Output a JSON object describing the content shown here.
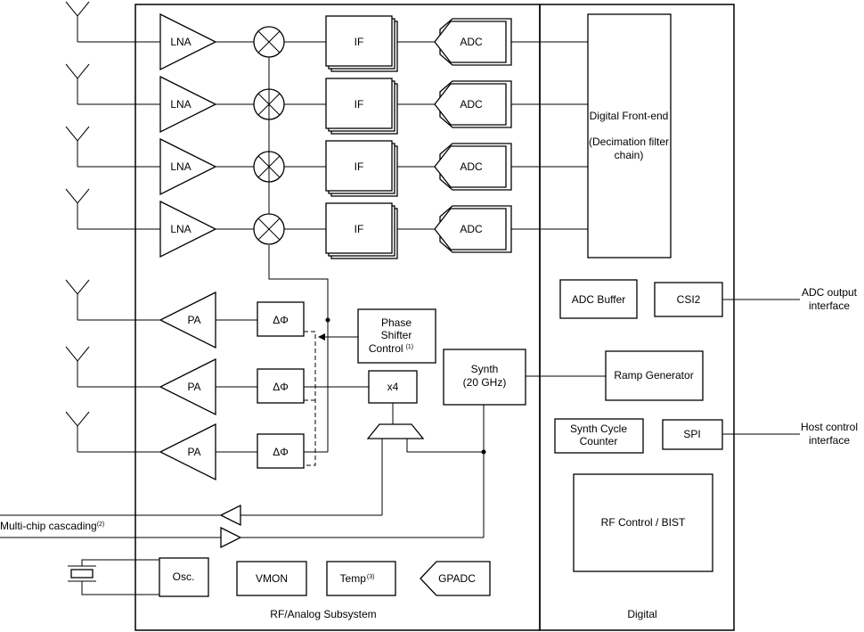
{
  "blocks": {
    "lna": "LNA",
    "if": "IF",
    "adc": "ADC",
    "pa": "PA",
    "delta_phi": "ΔΦ",
    "phase_shifter": [
      "Phase",
      "Shifter",
      "Control"
    ],
    "phase_shifter_note": "(1)",
    "x4": "x4",
    "synth": [
      "Synth",
      "(20 GHz)"
    ],
    "osc": "Osc.",
    "vmon": "VMON",
    "temp": "Temp",
    "temp_note": "(3)",
    "gpadc": "GPADC",
    "digital_frontend": "Digital Front-end",
    "decimation": [
      "(Decimation filter",
      "chain)"
    ],
    "adc_buffer": "ADC Buffer",
    "csi2": "CSI2",
    "ramp_generator": "Ramp Generator",
    "synth_cycle_counter": [
      "Synth Cycle",
      "Counter"
    ],
    "spi": "SPI",
    "rf_control": "RF Control / BIST"
  },
  "labels": {
    "rf_subsystem": "RF/Analog Subsystem",
    "digital": "Digital",
    "adc_output": [
      "ADC output",
      "interface"
    ],
    "host_control": [
      "Host control",
      "interface"
    ],
    "multi_chip": "Multi-chip cascading",
    "multi_chip_note": "(2)"
  }
}
